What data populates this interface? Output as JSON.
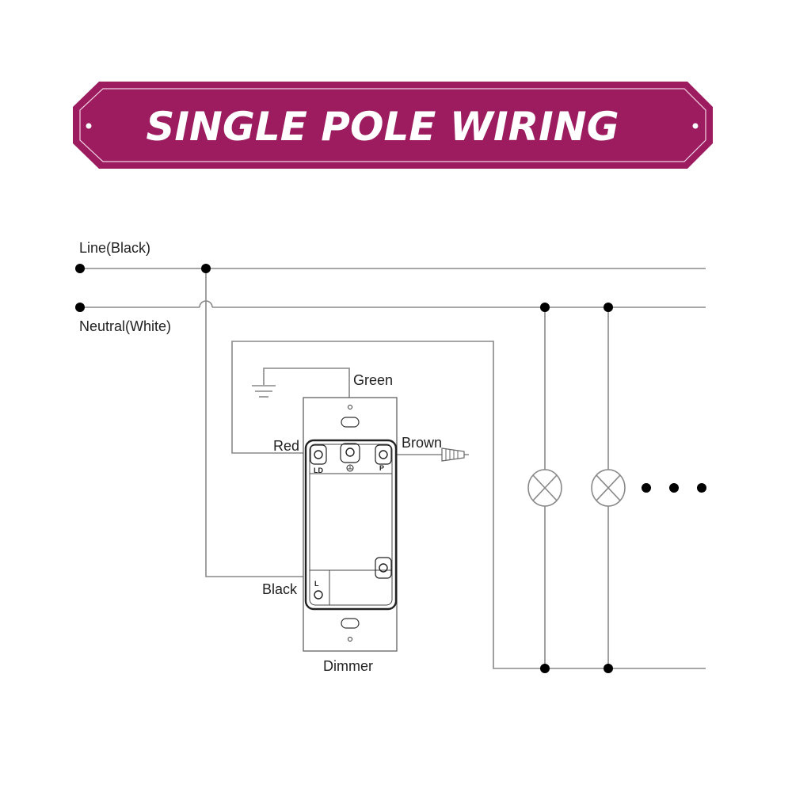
{
  "banner": {
    "title": "SINGLE POLE WIRING",
    "color": "#9c1c5f",
    "text_color": "#ffffff"
  },
  "labels": {
    "line": "Line(Black)",
    "neutral": "Neutral(White)",
    "green": "Green",
    "red": "Red",
    "brown": "Brown",
    "black": "Black",
    "dimmer": "Dimmer"
  },
  "terminals": {
    "ld": "LD",
    "p": "P",
    "l": "L"
  },
  "icons": [
    "ground-icon",
    "lamp-icon",
    "wire-nut-icon",
    "ellipsis-dots"
  ],
  "colors": {
    "wire": "#888888",
    "node": "#000000"
  }
}
